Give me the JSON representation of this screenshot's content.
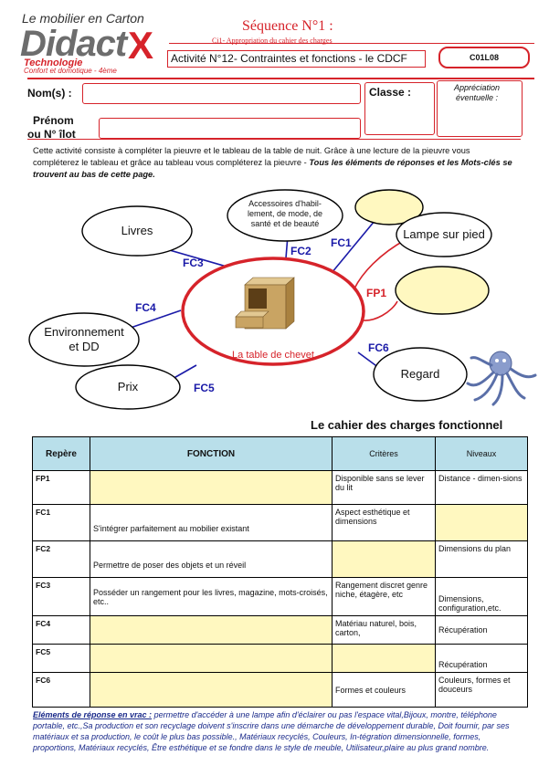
{
  "header": {
    "logo_top": "Le mobilier en Carton",
    "logo_main": "Didact",
    "logo_x": "X",
    "logo_tech": "Technologie",
    "logo_sub": "Confort et domotique - 4ème",
    "sequence": "Séquence N°1 :",
    "ci": "Ci1- Appropriation du cahier des charges",
    "activity": "Activité N°12- Contraintes et fonctions - le CDCF",
    "code": "C01L08"
  },
  "form": {
    "nom_label": "Nom(s) :",
    "classe_label": "Classe :",
    "prenom_label_1": "Prénom",
    "prenom_label_2": "ou N° îlot",
    "appreciation_label": "Appréciation éventuelle :"
  },
  "intro": {
    "text": "Cette activité consiste à compléter la pieuvre et le tableau de la table de nuit. Grâce à une lecture de la pieuvre vous compléterez le tableau et grâce au tableau vous compléterez la pieuvre - ",
    "bold": "Tous les éléments de réponses et les Mots-clés se trouvent au bas de cette page."
  },
  "diagram": {
    "center": "La table de chevet",
    "nodes": {
      "livres": "Livres",
      "accessoires": "Accessoires d'habil-lement, de mode, de santé et de beauté",
      "lampe": "Lampe sur pied",
      "env_1": "Environnement",
      "env_2": "et DD",
      "prix": "Prix",
      "regard": "Regard"
    },
    "labels": {
      "fc1": "FC1",
      "fc2": "FC2",
      "fc3": "FC3",
      "fc4": "FC4",
      "fc5": "FC5",
      "fc6": "FC6",
      "fp1": "FP1"
    }
  },
  "cdc": {
    "title": "Le cahier des charges fonctionnel",
    "headers": [
      "Repère",
      "FONCTION",
      "Critères",
      "Niveaux"
    ],
    "rows": [
      {
        "ref": "FP1",
        "fonction": "",
        "criteres": "Disponible sans se lever du lit",
        "niveaux": "Distance - dimen-sions"
      },
      {
        "ref": "FC1",
        "fonction": "S'intégrer parfaitement au mobilier existant",
        "criteres": "Aspect esthétique et dimensions",
        "niveaux": ""
      },
      {
        "ref": "FC2",
        "fonction": "Permettre de poser des objets et un réveil",
        "criteres": "",
        "niveaux": "Dimensions du plan"
      },
      {
        "ref": "FC3",
        "fonction": "Posséder un rangement pour les livres, magazine, mots-croisés, etc..",
        "criteres": "Rangement discret genre niche, étagère, etc",
        "niveaux": "Dimensions, configuration,etc."
      },
      {
        "ref": "FC4",
        "fonction": "",
        "criteres": "Matériau naturel, bois, carton,",
        "niveaux": "Récupération"
      },
      {
        "ref": "FC5",
        "fonction": "",
        "criteres": "",
        "niveaux": "Récupération"
      },
      {
        "ref": "FC6",
        "fonction": "",
        "criteres": "Formes et couleurs",
        "niveaux": "Couleurs, formes et douceurs"
      }
    ]
  },
  "footer": {
    "label": "Eléments de réponse en vrac :",
    "text": " permettre d'accéder à une lampe afin d'éclairer ou pas l'espace vital,Bijoux, montre, téléphone portable, etc.,Sa production et son recyclage doivent s'inscrire dans une démarche de développement durable, Doit fournir, par ses matériaux et sa production, le coût le plus bas possible., Matériaux recyclés, Couleurs, In-tégration dimensionnelle, formes, proportions, Matériaux recyclés, Être esthétique et se fondre dans le style de meuble, Utilisateur,plaire au plus grand nombre."
  },
  "colors": {
    "accent_red": "#d6232a",
    "header_blue": "#b9dfea",
    "answer_yellow": "#fff8c0",
    "link_blue": "#1a1aa8"
  }
}
